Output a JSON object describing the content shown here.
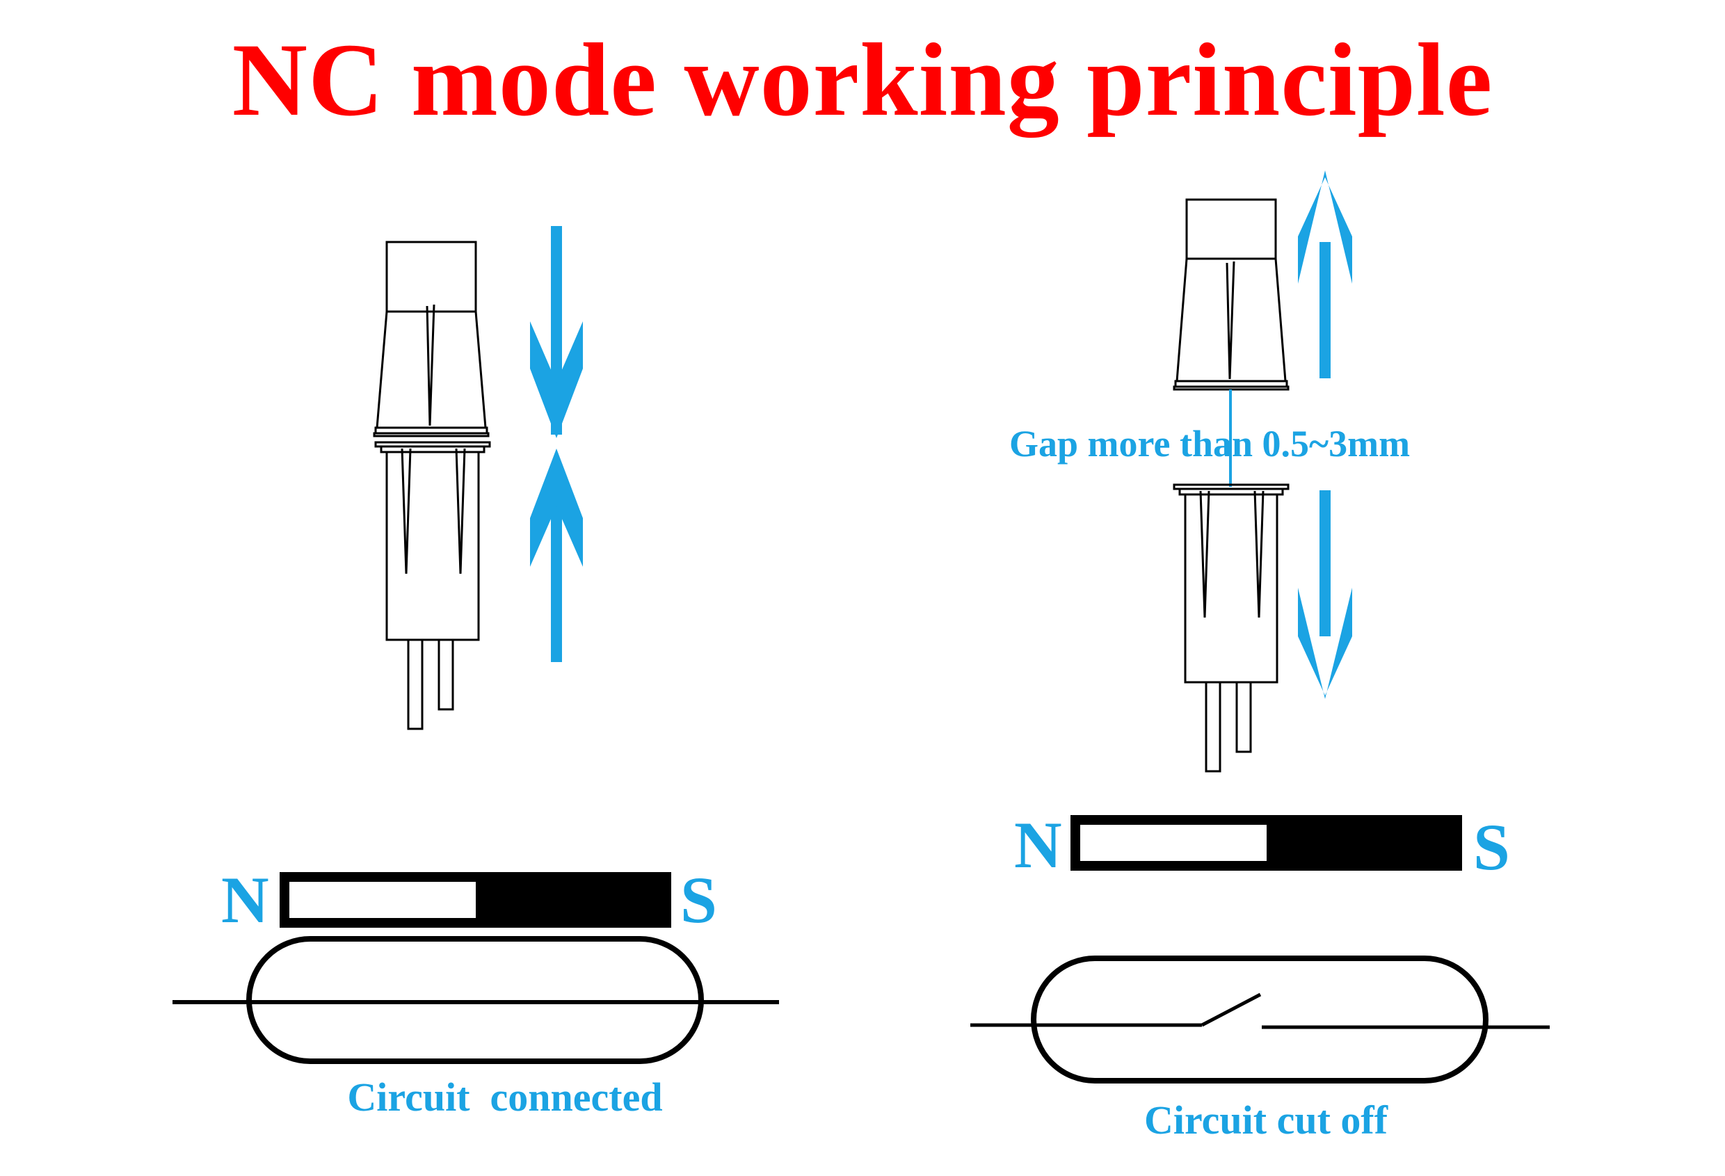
{
  "title": "NC mode working principle",
  "colors": {
    "title": "#ff0000",
    "accent": "#1ba3e3",
    "line": "#000000"
  },
  "left": {
    "pole_n": "N",
    "pole_s": "S",
    "caption": "Circuit  connected"
  },
  "right": {
    "gap_label": "Gap more than 0.5~3mm",
    "pole_n": "N",
    "pole_s": "S",
    "caption": "Circuit cut off"
  }
}
